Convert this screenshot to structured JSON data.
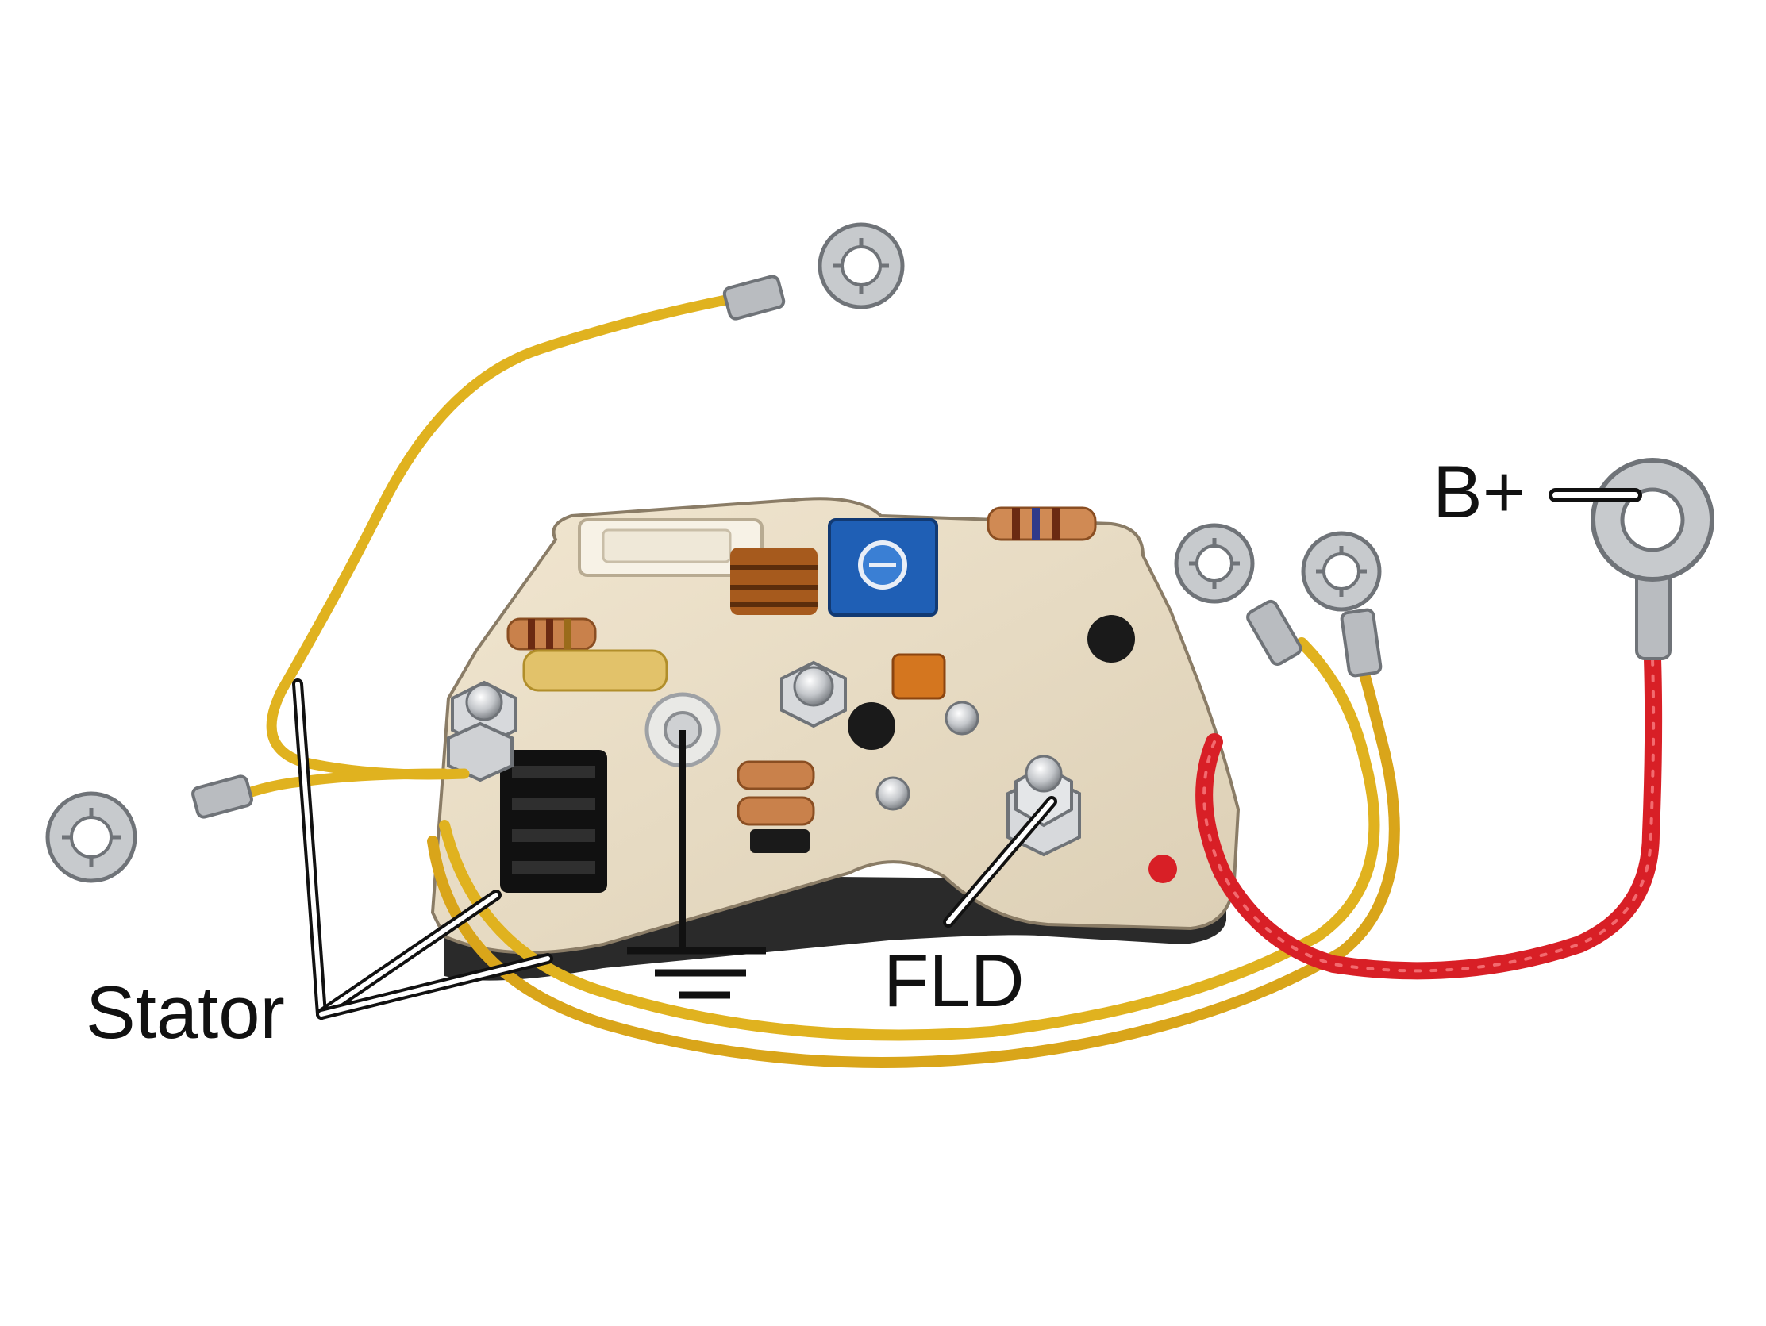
{
  "labels": {
    "stator": "Stator",
    "fld": "FLD",
    "b_plus": "B+"
  },
  "colors": {
    "yellow_wire": "#e0b21f",
    "yellow_wire_dark": "#b98a12",
    "red_wire": "#d81f26",
    "board": "#e9ddc6",
    "board_edge": "#8a7c66",
    "board_base": "#2a2a2a",
    "terminal_metal": "#b9bcc0",
    "pot_blue": "#1f5fb5",
    "leader_line": "#111111"
  }
}
